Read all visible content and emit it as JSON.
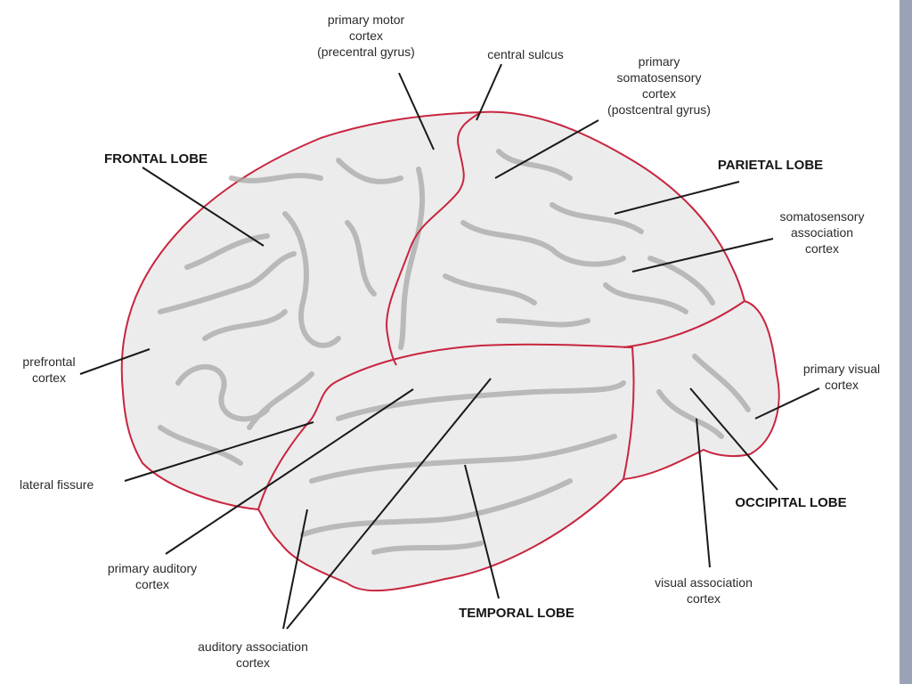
{
  "labels": {
    "primary_motor": "primary motor\ncortex\n(precentral gyrus)",
    "central_sulcus": "central sulcus",
    "primary_somatosensory": "primary\nsomatosensory\ncortex\n(postcentral gyrus)",
    "frontal_lobe": "FRONTAL LOBE",
    "parietal_lobe": "PARIETAL LOBE",
    "somatosensory_association": "somatosensory\nassociation\ncortex",
    "prefrontal": "prefrontal\ncortex",
    "primary_visual": "primary visual\ncortex",
    "lateral_fissure": "lateral fissure",
    "occipital_lobe": "OCCIPITAL LOBE",
    "primary_auditory": "primary auditory\ncortex",
    "visual_association": "visual association\ncortex",
    "temporal_lobe": "TEMPORAL LOBE",
    "auditory_association": "auditory association\ncortex"
  },
  "colors": {
    "boundary": "#c8253f",
    "cortex_fill": "#ececec",
    "sulcus": "#a9a9a9",
    "leader_line": "#1a1a1a"
  }
}
